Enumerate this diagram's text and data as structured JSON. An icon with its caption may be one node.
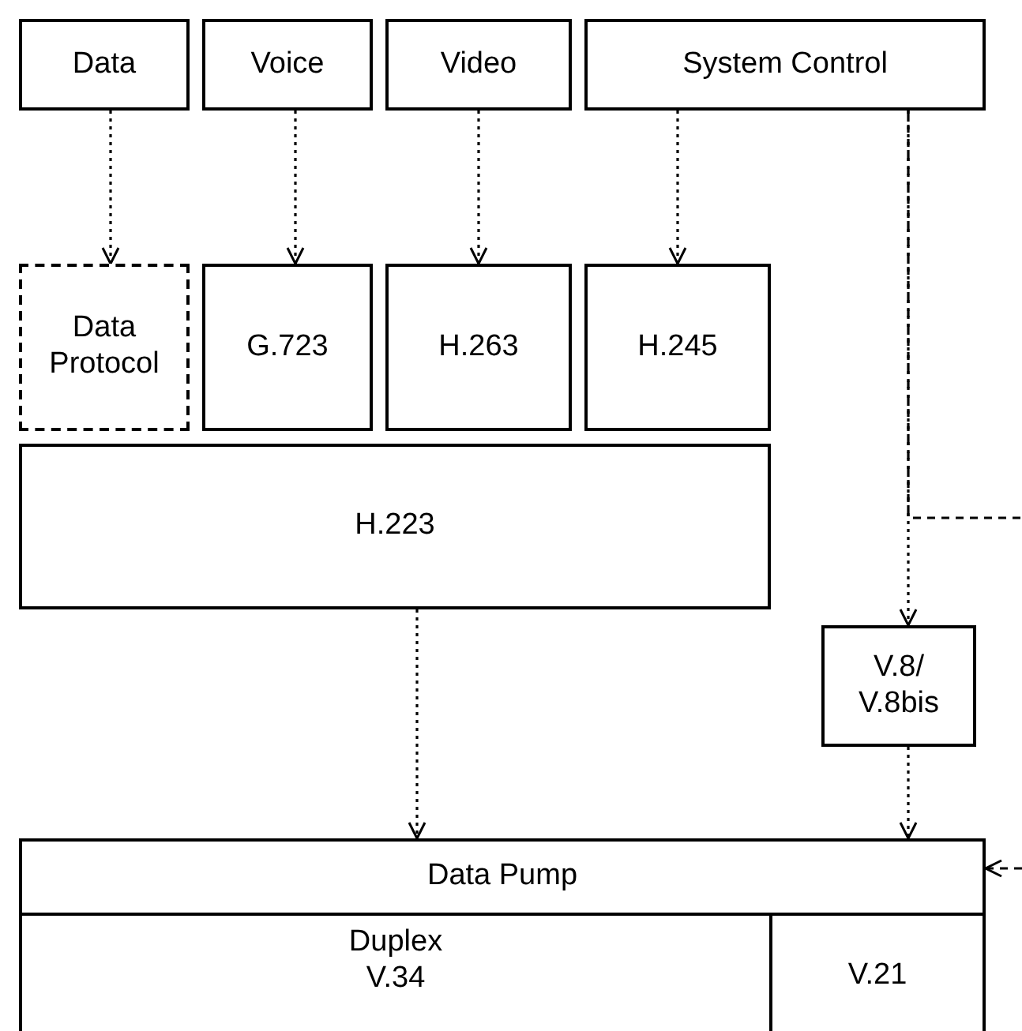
{
  "diagram": {
    "nodes": [
      {
        "text": [
          "Data"
        ]
      },
      {
        "text": [
          "Voice"
        ]
      },
      {
        "text": [
          "Video"
        ]
      },
      {
        "text": [
          "System Control"
        ]
      },
      {
        "text": [
          "Data Protocol"
        ]
      },
      {
        "text": [
          "G.723"
        ]
      },
      {
        "text": [
          "H.263"
        ]
      },
      {
        "text": [
          "H.245"
        ]
      },
      {
        "text": [
          "H.223"
        ]
      },
      {
        "text": [
          "V.8/ V.8bis"
        ]
      },
      {
        "text": [
          "Data Pump"
        ]
      },
      {
        "text": [
          "Duplex V.34"
        ]
      },
      {
        "text": [
          "V.21"
        ]
      }
    ],
    "edges": [
      {
        "from": 0,
        "to": 4,
        "arrow": "to"
      },
      {
        "from": 1,
        "to": 5,
        "arrow": "to"
      },
      {
        "from": 2,
        "to": 6,
        "arrow": "to"
      },
      {
        "from": 3,
        "to": 7,
        "arrow": "to"
      },
      {
        "from": 3,
        "to": 9,
        "arrow": "to"
      },
      {
        "from": 3,
        "to": null,
        "arrow": "none",
        "style": "dashed"
      },
      {
        "from": 8,
        "to": 10,
        "arrow": "to"
      },
      {
        "from": 9,
        "to": 10,
        "arrow": "to"
      },
      {
        "from": null,
        "to": 10,
        "arrow": "to",
        "style": "dashed"
      }
    ]
  }
}
